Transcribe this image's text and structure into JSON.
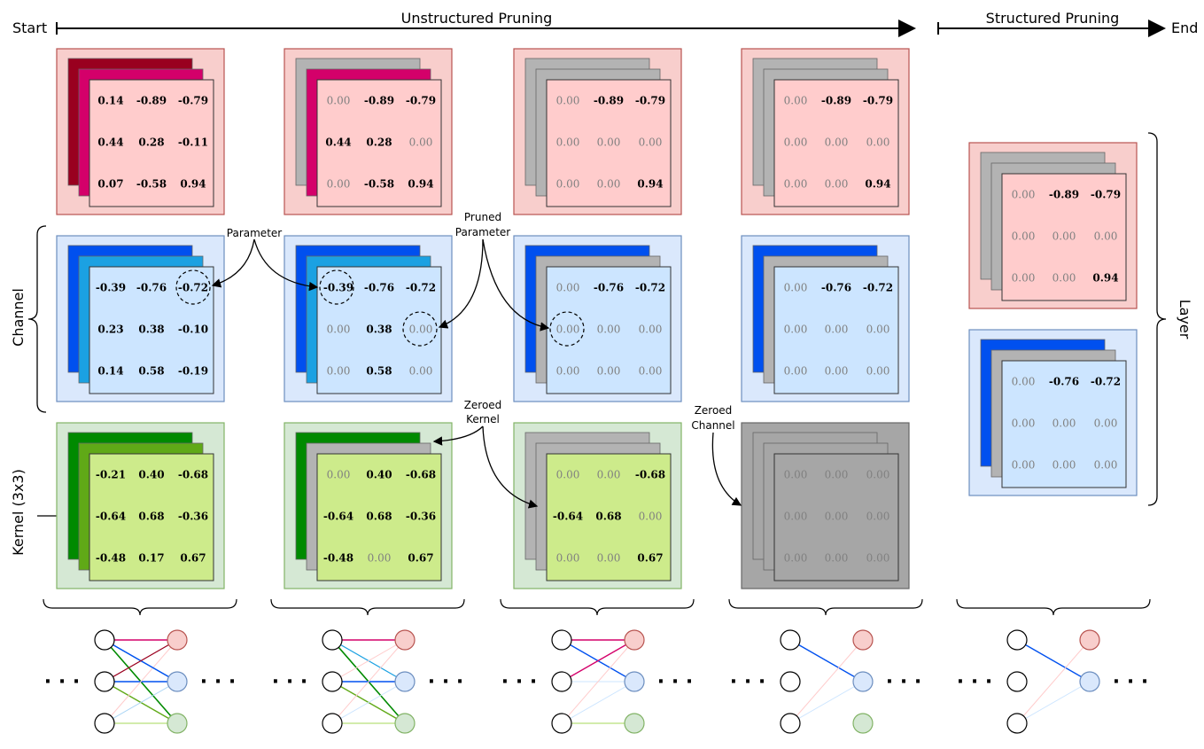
{
  "labels": {
    "start": "Start",
    "end": "End",
    "unstructured": "Unstructured Pruning",
    "structured": "Structured Pruning",
    "channel": "Channel",
    "kernel": "Kernel (3x3)",
    "layer": "Layer",
    "parameter": "Parameter",
    "pruned_parameter": [
      "Pruned",
      "Parameter"
    ],
    "zeroed_kernel": [
      "Zeroed",
      "Kernel"
    ],
    "zeroed_channel": [
      "Zeroed",
      "Channel"
    ],
    "ellipsis": "· · ·"
  },
  "colors": {
    "red_panel_bg": "#f8cecc",
    "red_panel_border": "#b85450",
    "blue_panel_bg": "#dae8fc",
    "blue_panel_border": "#6c8ebf",
    "green_panel_bg": "#d5e8d4",
    "green_panel_border": "#82b366",
    "gray_panel_bg": "#a6a6a6",
    "gray_panel_border": "#666666",
    "red_dark": "#99001f",
    "red_mid": "#d4006a",
    "blue_dark": "#0050ef",
    "blue_mid": "#1ba1e2",
    "green_dark": "#008a00",
    "green_mid": "#60a917",
    "pruned_gray": "#b3b3b3",
    "red_front": "#ffcccc",
    "blue_front": "#cce5ff",
    "green_front": "#cdeb8b",
    "gray_front": "#a6a6a6"
  },
  "matrices": {
    "red": [
      [
        [
          "0.14",
          "-0.89",
          "-0.79"
        ],
        [
          "0.44",
          "0.28",
          "-0.11"
        ],
        [
          "0.07",
          "-0.58",
          "0.94"
        ]
      ],
      [
        [
          "0.00",
          "-0.89",
          "-0.79"
        ],
        [
          "0.44",
          "0.28",
          "0.00"
        ],
        [
          "0.00",
          "-0.58",
          "0.94"
        ]
      ],
      [
        [
          "0.00",
          "-0.89",
          "-0.79"
        ],
        [
          "0.00",
          "0.00",
          "0.00"
        ],
        [
          "0.00",
          "0.00",
          "0.94"
        ]
      ],
      [
        [
          "0.00",
          "-0.89",
          "-0.79"
        ],
        [
          "0.00",
          "0.00",
          "0.00"
        ],
        [
          "0.00",
          "0.00",
          "0.94"
        ]
      ],
      [
        [
          "0.00",
          "-0.89",
          "-0.79"
        ],
        [
          "0.00",
          "0.00",
          "0.00"
        ],
        [
          "0.00",
          "0.00",
          "0.94"
        ]
      ]
    ],
    "blue": [
      [
        [
          "-0.39",
          "-0.76",
          "-0.72"
        ],
        [
          "0.23",
          "0.38",
          "-0.10"
        ],
        [
          "0.14",
          "0.58",
          "-0.19"
        ]
      ],
      [
        [
          "-0.39",
          "-0.76",
          "-0.72"
        ],
        [
          "0.00",
          "0.38",
          "0.00"
        ],
        [
          "0.00",
          "0.58",
          "0.00"
        ]
      ],
      [
        [
          "0.00",
          "-0.76",
          "-0.72"
        ],
        [
          "0.00",
          "0.00",
          "0.00"
        ],
        [
          "0.00",
          "0.00",
          "0.00"
        ]
      ],
      [
        [
          "0.00",
          "-0.76",
          "-0.72"
        ],
        [
          "0.00",
          "0.00",
          "0.00"
        ],
        [
          "0.00",
          "0.00",
          "0.00"
        ]
      ],
      [
        [
          "0.00",
          "-0.76",
          "-0.72"
        ],
        [
          "0.00",
          "0.00",
          "0.00"
        ],
        [
          "0.00",
          "0.00",
          "0.00"
        ]
      ]
    ],
    "green": [
      [
        [
          "-0.21",
          "0.40",
          "-0.68"
        ],
        [
          "-0.64",
          "0.68",
          "-0.36"
        ],
        [
          "-0.48",
          "0.17",
          "0.67"
        ]
      ],
      [
        [
          "0.00",
          "0.40",
          "-0.68"
        ],
        [
          "-0.64",
          "0.68",
          "-0.36"
        ],
        [
          "-0.48",
          "0.00",
          "0.67"
        ]
      ],
      [
        [
          "0.00",
          "0.00",
          "-0.68"
        ],
        [
          "-0.64",
          "0.68",
          "0.00"
        ],
        [
          "0.00",
          "0.00",
          "0.67"
        ]
      ],
      [
        [
          "0.00",
          "0.00",
          "0.00"
        ],
        [
          "0.00",
          "0.00",
          "0.00"
        ],
        [
          "0.00",
          "0.00",
          "0.00"
        ]
      ]
    ]
  },
  "stages": [
    {
      "back": [
        "#99001f",
        "#d4006a"
      ],
      "blue_back": [
        "#0050ef",
        "#1ba1e2"
      ],
      "green_back": [
        "#008a00",
        "#60a917"
      ]
    },
    {
      "back": [
        "#b3b3b3",
        "#d4006a"
      ],
      "blue_back": [
        "#0050ef",
        "#1ba1e2"
      ],
      "green_back": [
        "#008a00",
        "#b3b3b3"
      ]
    },
    {
      "back": [
        "#b3b3b3",
        "#b3b3b3"
      ],
      "blue_back": [
        "#0050ef",
        "#b3b3b3"
      ],
      "green_back": [
        "#b3b3b3",
        "#b3b3b3"
      ]
    },
    {
      "back": [
        "#b3b3b3",
        "#b3b3b3"
      ],
      "blue_back": [
        "#0050ef",
        "#b3b3b3"
      ],
      "green_back": [
        "#a6a6a6",
        "#a6a6a6"
      ]
    },
    {
      "back": [
        "#b3b3b3",
        "#b3b3b3"
      ],
      "blue_back": [
        "#0050ef",
        "#b3b3b3"
      ]
    }
  ],
  "networks": [
    {
      "edges": [
        [
          "i0",
          "r",
          "#d4006a",
          1.6
        ],
        [
          "i0",
          "b",
          "#1ba1e2",
          1.2
        ],
        [
          "i0",
          "g",
          "#008a00",
          1.6
        ],
        [
          "i1",
          "r",
          "#ffb3c6",
          1
        ],
        [
          "i1",
          "b",
          "#0050ef",
          1.6
        ],
        [
          "i1",
          "g",
          "#60a917",
          1.4
        ],
        [
          "i2",
          "r",
          "#ffcccc",
          1
        ],
        [
          "i2",
          "b",
          "#a9d4f5",
          1
        ],
        [
          "i2",
          "g",
          "#b6e07a",
          1.2
        ],
        [
          "i0",
          "b",
          "#0050ef",
          1.4
        ],
        [
          "i1",
          "r",
          "#99001f",
          1.2
        ]
      ]
    },
    {
      "edges": [
        [
          "i0",
          "r",
          "#d4006a",
          1.6
        ],
        [
          "i0",
          "b",
          "#1ba1e2",
          1.2
        ],
        [
          "i0",
          "g",
          "#008a00",
          1.6
        ],
        [
          "i1",
          "r",
          "#ffcccc",
          1
        ],
        [
          "i1",
          "b",
          "#0050ef",
          1.6
        ],
        [
          "i1",
          "g",
          "#60a917",
          1.4
        ],
        [
          "i2",
          "r",
          "#ffcccc",
          1
        ],
        [
          "i2",
          "b",
          "#cce5ff",
          1
        ],
        [
          "i2",
          "g",
          "#b6e07a",
          1.2
        ]
      ]
    },
    {
      "edges": [
        [
          "i0",
          "r",
          "#d4006a",
          1.6
        ],
        [
          "i0",
          "b",
          "#0050ef",
          1.4
        ],
        [
          "i1",
          "r",
          "#d4006a",
          1.4
        ],
        [
          "i1",
          "b",
          "#cce5ff",
          1
        ],
        [
          "i2",
          "r",
          "#ffcccc",
          1
        ],
        [
          "i2",
          "b",
          "#cce5ff",
          1
        ],
        [
          "i2",
          "g",
          "#b6e07a",
          1.2
        ]
      ]
    },
    {
      "edges": [
        [
          "i0",
          "b",
          "#0050ef",
          1.4
        ],
        [
          "i2",
          "r",
          "#ffcccc",
          1
        ],
        [
          "i2",
          "b",
          "#cce5ff",
          1
        ]
      ]
    },
    {
      "edges": [
        [
          "i0",
          "b",
          "#0050ef",
          1.4
        ],
        [
          "i2",
          "r",
          "#ffcccc",
          1
        ],
        [
          "i2",
          "b",
          "#cce5ff",
          1
        ]
      ]
    }
  ]
}
